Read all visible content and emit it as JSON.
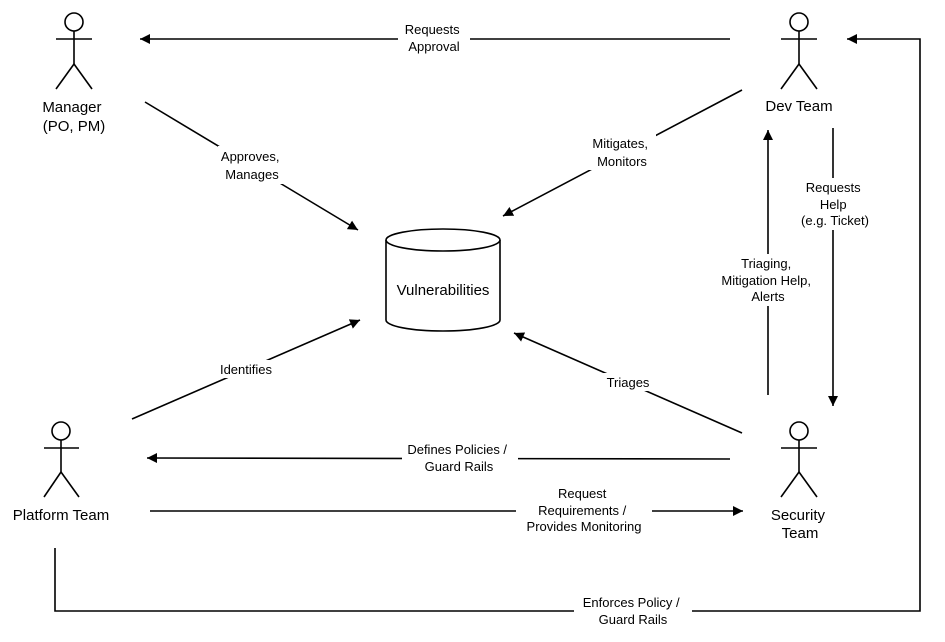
{
  "actors": {
    "manager": {
      "lines": [
        "Manager",
        "(PO, PM)"
      ]
    },
    "dev": {
      "lines": [
        "Dev Team"
      ]
    },
    "platform": {
      "lines": [
        "Platform Team"
      ]
    },
    "security": {
      "lines": [
        "Security",
        "Team"
      ]
    }
  },
  "store": {
    "label": "Vulnerabilities"
  },
  "edges": {
    "requests_approval": [
      "Requests",
      "Approval"
    ],
    "approves_manages": [
      "Approves,",
      "Manages"
    ],
    "mitigates_monitors": [
      "Mitigates,",
      "Monitors"
    ],
    "requests_help": [
      "Requests",
      "Help",
      "(e.g. Ticket)"
    ],
    "triaging": [
      "Triaging,",
      "Mitigation Help,",
      "Alerts"
    ],
    "identifies": [
      "Identifies"
    ],
    "triages": [
      "Triages"
    ],
    "defines_policies": [
      "Defines Policies /",
      "Guard Rails"
    ],
    "request_requirements": [
      "Request",
      "Requirements /",
      "Provides Monitoring"
    ],
    "enforces_policy": [
      "Enforces Policy /",
      "Guard Rails"
    ]
  }
}
